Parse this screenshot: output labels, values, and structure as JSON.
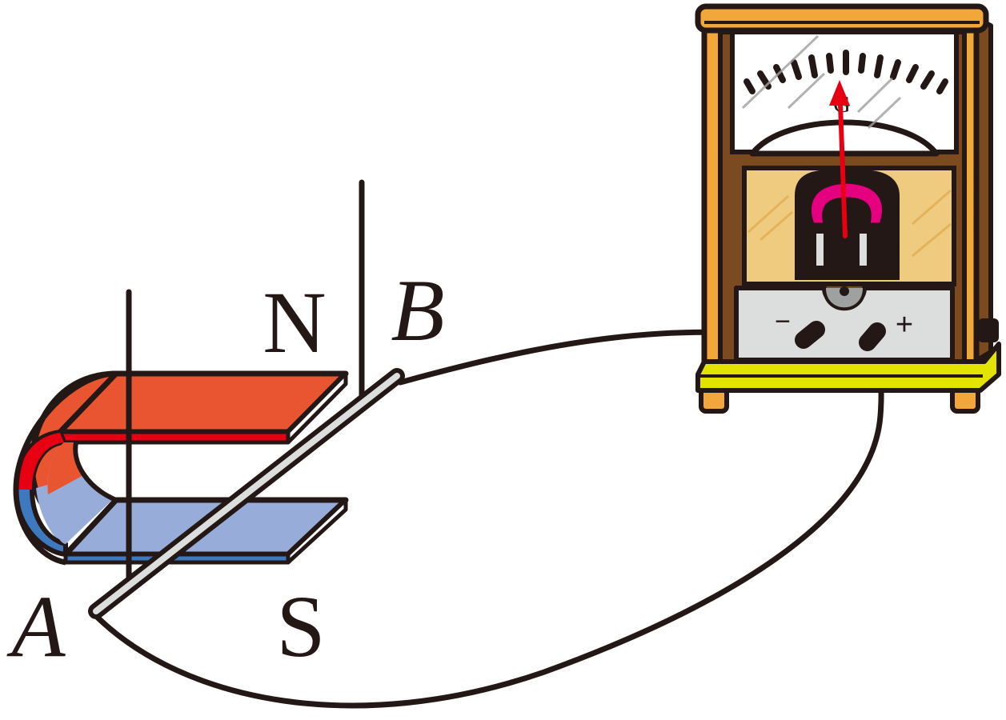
{
  "labels": {
    "north_pole": "N",
    "south_pole": "S",
    "rod_end_a": "A",
    "rod_end_b": "B",
    "meter_symbol": "G",
    "terminal_negative": "−",
    "terminal_positive": "+"
  },
  "colors": {
    "outline": "#231815",
    "north_red": "#E85530",
    "north_red_edge": "#E60012",
    "south_blue": "#97ACD8",
    "south_blue_edge": "#3E78BE",
    "meter_wood": "#F2A73B",
    "meter_wood_dark": "#7B4A1E",
    "meter_panel": "#EFCB7F",
    "meter_magnet": "#E4007F",
    "needle": "#E60012",
    "terminal_plate": "#DCDDDD",
    "base_yellow": "#E2E400",
    "rod_silver": "#DCDDDD"
  },
  "icons": {
    "magnet": "horseshoe-magnet-icon",
    "galvanometer": "galvanometer-icon",
    "rod": "conductor-rod-icon"
  }
}
